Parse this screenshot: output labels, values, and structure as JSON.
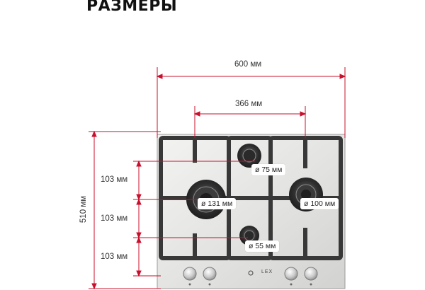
{
  "page": {
    "title": "РАЗМЕРЫ"
  },
  "dimensions": {
    "total_width": "600 мм",
    "burner_span": "366 мм",
    "total_depth": "510 мм",
    "row_spacing": [
      "103 мм",
      "103 мм",
      "103 мм"
    ]
  },
  "burners": [
    {
      "label": "ø 75 мм"
    },
    {
      "label": "ø 131 мм"
    },
    {
      "label": "ø 100 мм"
    },
    {
      "label": "ø 55 мм"
    }
  ],
  "brand": "LEX",
  "colors": {
    "accent": "#c8102e",
    "hob_surface": "#e9e9e7",
    "grate": "#3a3a3a"
  }
}
